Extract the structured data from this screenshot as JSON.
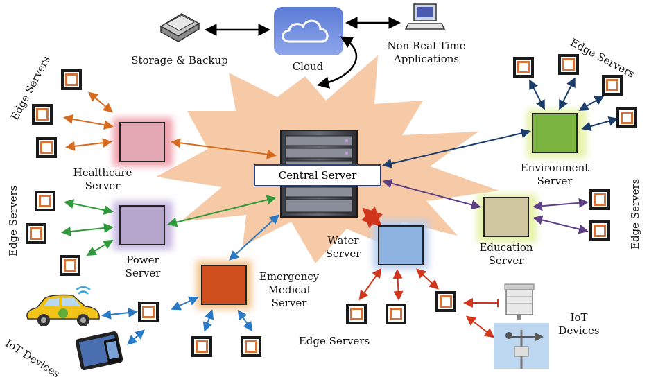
{
  "labels": {
    "cloud": "Cloud",
    "storage": "Storage & Backup",
    "non_real_time": "Non Real Time\nApplications",
    "central_server": "Central Server",
    "healthcare_server": "Healthcare\nServer",
    "power_server": "Power\nServer",
    "emergency_server": "Emergency\nMedical\nServer",
    "water_server": "Water\nServer",
    "education_server": "Education\nServer",
    "environment_server": "Environment\nServer",
    "edge_servers_top_left": "Edge Servers",
    "edge_servers_mid_left": "Edge Servers",
    "edge_servers_top_right": "Edge Servers",
    "edge_servers_right": "Edge Servers",
    "edge_servers_bottom": "Edge Servers",
    "iot_devices_left": "IoT Devices",
    "iot_devices_right": "IoT\nDevices"
  },
  "colors": {
    "healthcare": "#e4a7b4",
    "power": "#b7a6cc",
    "emergency": "#cf4e1e",
    "water": "#8eb3e0",
    "education": "#d0c7a1",
    "environment": "#7bb440",
    "starburst": "#f6c9a7",
    "arrow_healthcare": "#d66a1e",
    "arrow_power": "#2f9a3b",
    "arrow_emergency": "#2a79c4",
    "arrow_water": "#d1361c",
    "arrow_education": "#5d3f84",
    "arrow_environment": "#1c3d6a",
    "arrow_cloud": "#000000"
  },
  "icons": [
    "cloud-icon",
    "storage-icon",
    "computer-icon",
    "server-rack-icon",
    "car-icon",
    "tablet-icon",
    "weather-sensor-icon",
    "weather-station-icon"
  ]
}
